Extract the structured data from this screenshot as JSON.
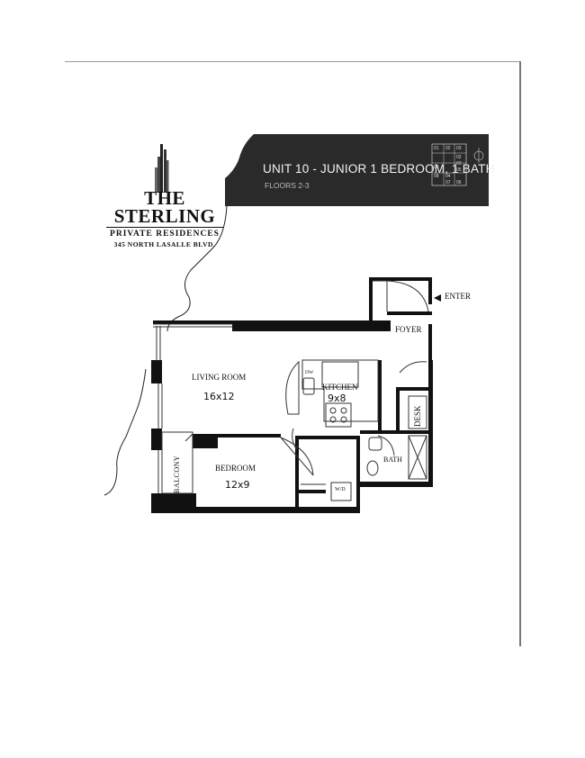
{
  "brand": {
    "name": "THE STERLING",
    "tagline": "PRIVATE RESIDENCES",
    "address": "345 NORTH LASALLE BLVD."
  },
  "header": {
    "unit_title": "UNIT 10  - JUNIOR 1 BEDROOM, 1 BATH",
    "floors_label": "FLOORS",
    "floors_value": "2-3",
    "keyplan_units": [
      "01",
      "02",
      "03",
      "02",
      "03",
      "09",
      "05",
      "08",
      "04",
      "07",
      "06"
    ]
  },
  "rooms": {
    "foyer": "FOYER",
    "enter": "ENTER",
    "living_room": "LIVING ROOM",
    "living_room_size": "16x12",
    "kitchen": "KITCHEN",
    "kitchen_size": "9x8",
    "desk": "DESK",
    "bath": "BATH",
    "bedroom": "BEDROOM",
    "bedroom_size": "12x9",
    "balcony": "BALCONY",
    "dishwasher": "DW",
    "washer_dryer": "W/D"
  },
  "colors": {
    "banner": "#2a2a2a",
    "wall": "#111111"
  }
}
